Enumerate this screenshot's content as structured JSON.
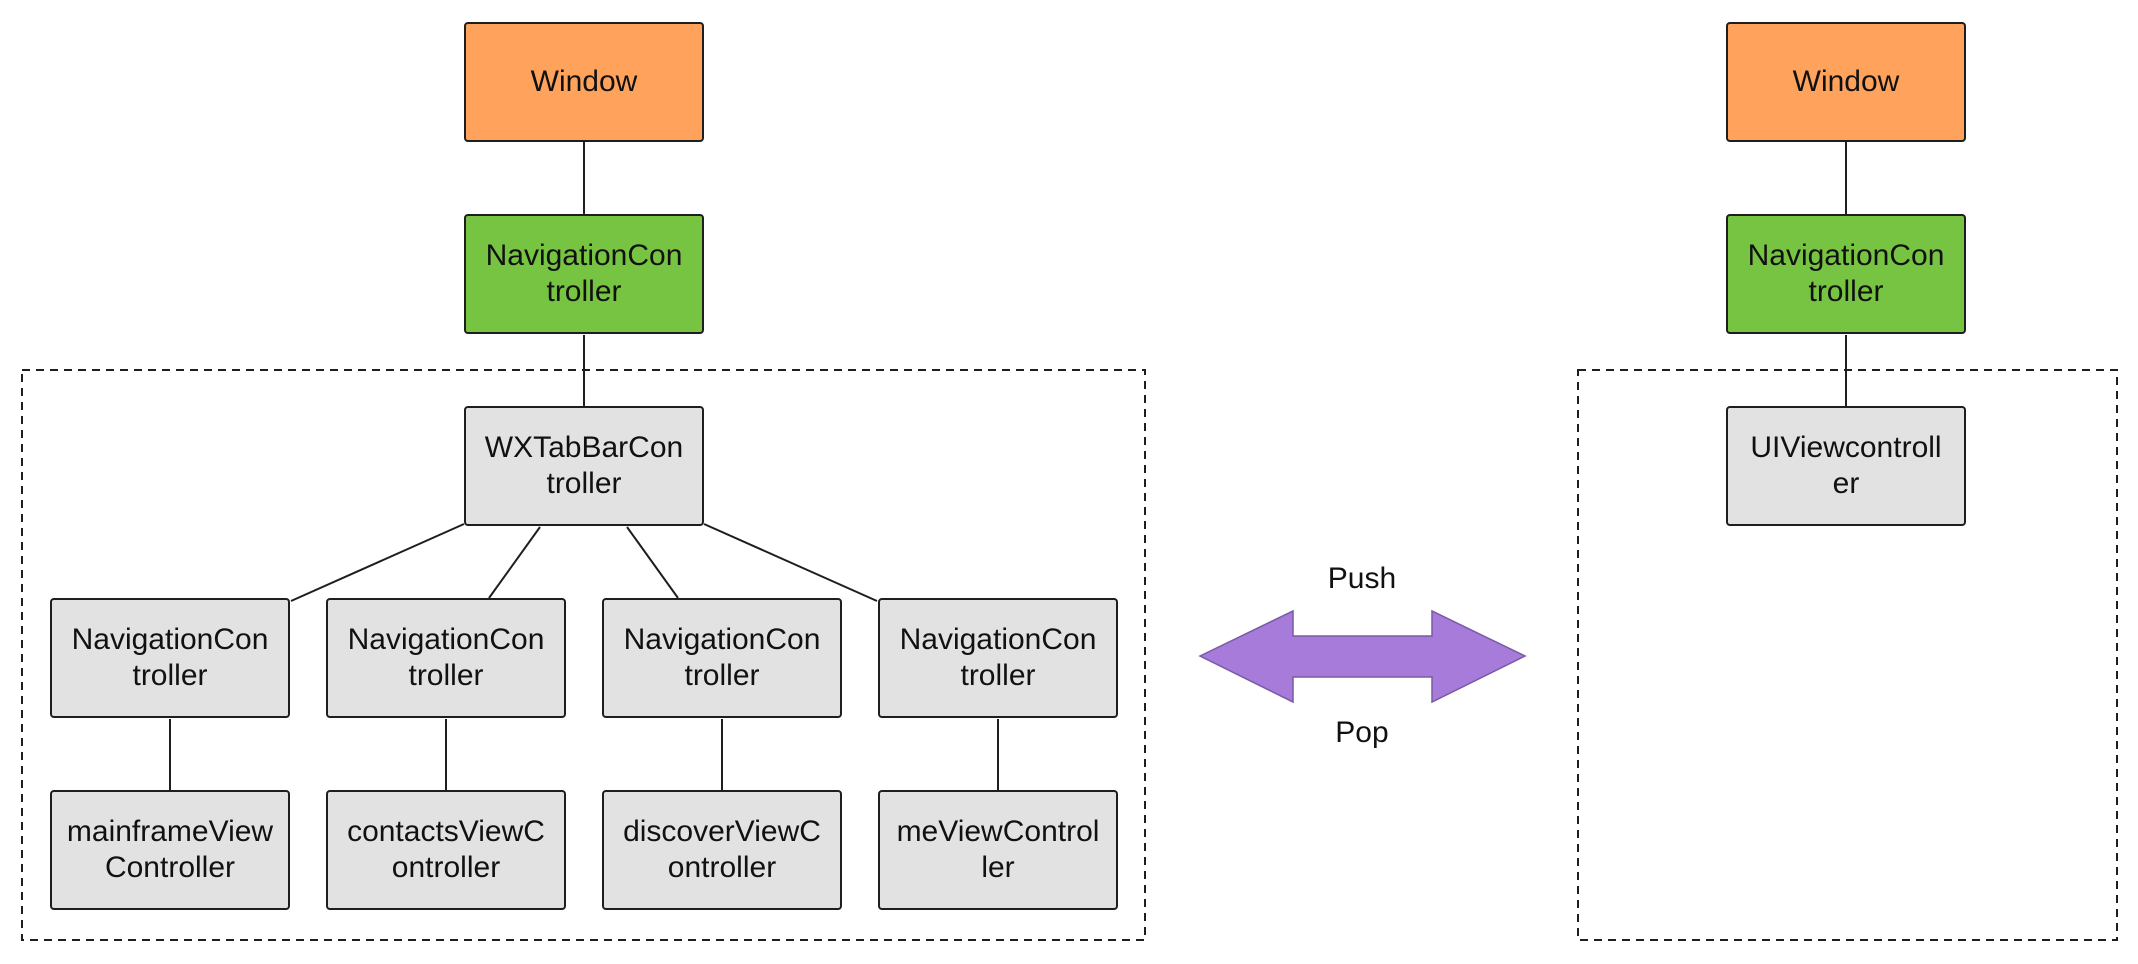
{
  "colors": {
    "window": "#ffa25c",
    "navigation": "#77c443",
    "controller": "#e2e2e2",
    "arrow": "#a67bd9",
    "stroke": "#1e1e1e"
  },
  "left": {
    "window": "Window",
    "nav": "NavigationCon\ntroller",
    "tabbar": "WXTabBarCon\ntroller",
    "navs": [
      "NavigationCon\ntroller",
      "NavigationCon\ntroller",
      "NavigationCon\ntroller",
      "NavigationCon\ntroller"
    ],
    "vcs": [
      "mainframeView\nController",
      "contactsViewC\nontroller",
      "discoverViewC\nontroller",
      "meViewControl\nler"
    ]
  },
  "right": {
    "window": "Window",
    "nav": "NavigationCon\ntroller",
    "vc": "UIViewcontroll\ner"
  },
  "arrow": {
    "push": "Push",
    "pop": "Pop"
  }
}
